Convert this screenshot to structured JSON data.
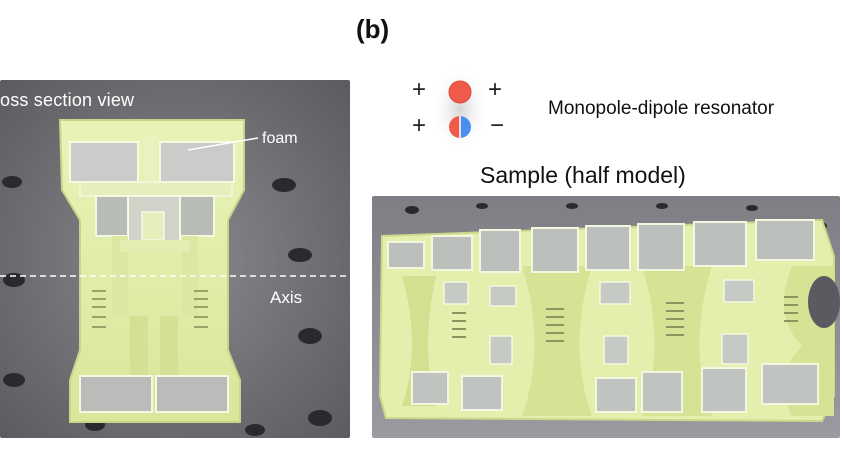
{
  "panel": {
    "label": "(b)"
  },
  "left_photo": {
    "cross_section_label": "oss section view",
    "foam_label": "foam",
    "axis_label": "Axis"
  },
  "legend": {
    "plus_tl": "+",
    "plus_tr": "+",
    "plus_bl": "+",
    "minus_br": "−",
    "monopole_color": "#f05a4a",
    "dipole_colors": [
      "#f05a4a",
      "#4a8ef0"
    ],
    "label": "Monopole-dipole resonator"
  },
  "right_photo": {
    "title": "Sample (half model)"
  }
}
